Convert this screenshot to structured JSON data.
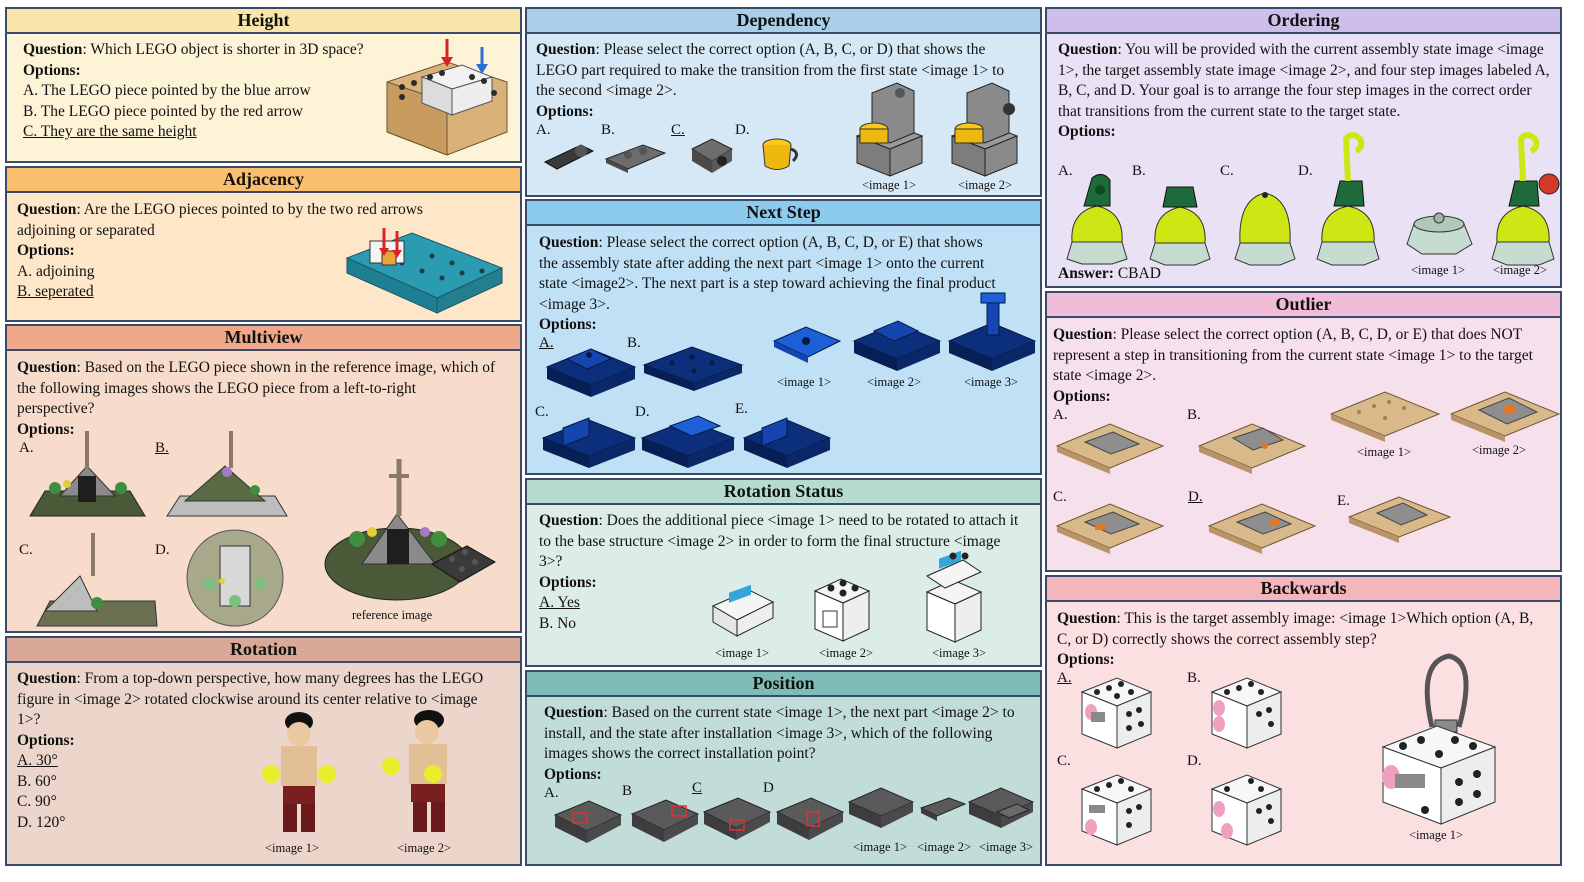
{
  "height": {
    "title": "Height",
    "question_label": "Question",
    "question": ": Which LEGO object is shorter in 3D space?",
    "options_label": "Options:",
    "options": [
      "A. The LEGO piece pointed by the blue arrow",
      "B. The LEGO piece pointed by the red arrow",
      "C. They are the same height"
    ]
  },
  "adjacency": {
    "title": "Adjacency",
    "question_label": "Question",
    "question": ": Are the LEGO pieces pointed to by the two red arrows adjoining or separated",
    "options_label": "Options:",
    "options": [
      "A. adjoining",
      "B. seperated"
    ]
  },
  "multiview": {
    "title": "Multiview",
    "question_label": "Question",
    "question": ": Based on the LEGO piece shown in the reference image, which of the following images shows the LEGO piece from a left-to-right perspective?",
    "options_label": "Options:",
    "labels": [
      "A.",
      "B.",
      "C.",
      "D."
    ],
    "caption": "reference image"
  },
  "rotation": {
    "title": "Rotation",
    "question_label": "Question",
    "question": ": From a top-down perspective, how many degrees has the LEGO figure in <image 2> rotated clockwise around its center relative to <image 1>?",
    "options_label": "Options:",
    "options": [
      "A. 30°",
      "B. 60°",
      "C. 90°",
      "D. 120°"
    ],
    "captions": [
      "<image 1>",
      "<image 2>"
    ]
  },
  "dependency": {
    "title": "Dependency",
    "question_label": "Question",
    "question": ": Please select the correct option (A, B, C, or D) that shows the LEGO part required to make the transition from the first state <image 1>  to the second <image 2>.",
    "options_label": "Options:",
    "labels": [
      "A.",
      "B.",
      "C.",
      "D."
    ],
    "captions": [
      "<image 1>",
      "<image 2>"
    ]
  },
  "nextstep": {
    "title": "Next Step",
    "question_label": "Question",
    "question": ": Please select the correct option (A, B, C, D, or E) that shows the assembly state after adding the next part <image 1> onto the current state <image2>. The next part is a step toward achieving the final product <image 3>.",
    "options_label": "Options:",
    "labels": [
      "A.",
      "B.",
      "C.",
      "D.",
      "E."
    ],
    "captions": [
      "<image 1>",
      "<image 2>",
      "<image 3>"
    ]
  },
  "rotstatus": {
    "title": "Rotation Status",
    "question_label": "Question",
    "question": ": Does the additional piece <image 1> need to be rotated to attach it to the base structure <image 2> in order to form the final structure <image 3>?",
    "options_label": "Options:",
    "options": [
      "A. Yes",
      "B. No"
    ],
    "captions": [
      "<image 1>",
      "<image 2>",
      "<image 3>"
    ]
  },
  "position": {
    "title": "Position",
    "question_label": "Question",
    "question": ": Based on the current state <image 1>, the next part <image 2> to install, and the state after installation <image 3>, which of the following images shows the correct installation point?",
    "options_label": "Options:",
    "labels": [
      "A.",
      "B",
      "C",
      "D"
    ],
    "captions": [
      "<image 1>",
      "<image 2>",
      "<image 3>"
    ]
  },
  "ordering": {
    "title": "Ordering",
    "question_label": "Question",
    "question": ": You will be provided with the current assembly state image <image 1>, the target assembly state image <image 2>, and four step images labeled A, B, C, and D. Your goal is to arrange the four step images in the correct order that transitions from the current state to the target state.",
    "options_label": "Options:",
    "labels": [
      "A.",
      "B.",
      "C.",
      "D."
    ],
    "answer_label": "Answer:",
    "answer": " CBAD",
    "captions": [
      "<image 1>",
      "<image 2>"
    ]
  },
  "outlier": {
    "title": "Outlier",
    "question_label": "Question",
    "question": ": Please select the correct option (A, B, C, D, or E) that does NOT represent a step in transitioning from the current state <image 1> to the target state <image 2>.",
    "options_label": "Options:",
    "labels": [
      "A.",
      "B.",
      "C.",
      "D.",
      "E."
    ],
    "captions": [
      "<image 1>",
      "<image 2>"
    ]
  },
  "backwards": {
    "title": "Backwards",
    "question_label": "Question",
    "question": ": This is the target assembly image: <image 1>Which option (A, B, C, or D) correctly shows the correct assembly step?",
    "options_label": "Options:",
    "labels": [
      "A.",
      "B.",
      "C.",
      "D."
    ],
    "captions": [
      "<image 1>"
    ]
  },
  "colors": {
    "height_bg": "#fdf3d6",
    "height_hdr": "#f9e4a9",
    "adjacency_bg": "#fde7c8",
    "adjacency_hdr": "#f9bf6e",
    "multiview_bg": "#f7dccc",
    "multiview_hdr": "#efa98a",
    "rotation_bg": "#ecd6cc",
    "rotation_hdr": "#d9a897",
    "dependency_bg": "#d6e8f5",
    "dependency_hdr": "#a9cfe9",
    "nextstep_bg": "#bfe0f5",
    "nextstep_hdr": "#8ccaee",
    "rotstatus_bg": "#dcece9",
    "rotstatus_hdr": "#b6dcd2",
    "position_bg": "#c2dcd9",
    "position_hdr": "#7fbcb8",
    "ordering_bg": "#e9e1f4",
    "ordering_hdr": "#cdbfe9",
    "outlier_bg": "#f6e0ec",
    "outlier_hdr": "#f0bcd8",
    "backwards_bg": "#fbe0e2",
    "backwards_hdr": "#f4b6bb"
  }
}
